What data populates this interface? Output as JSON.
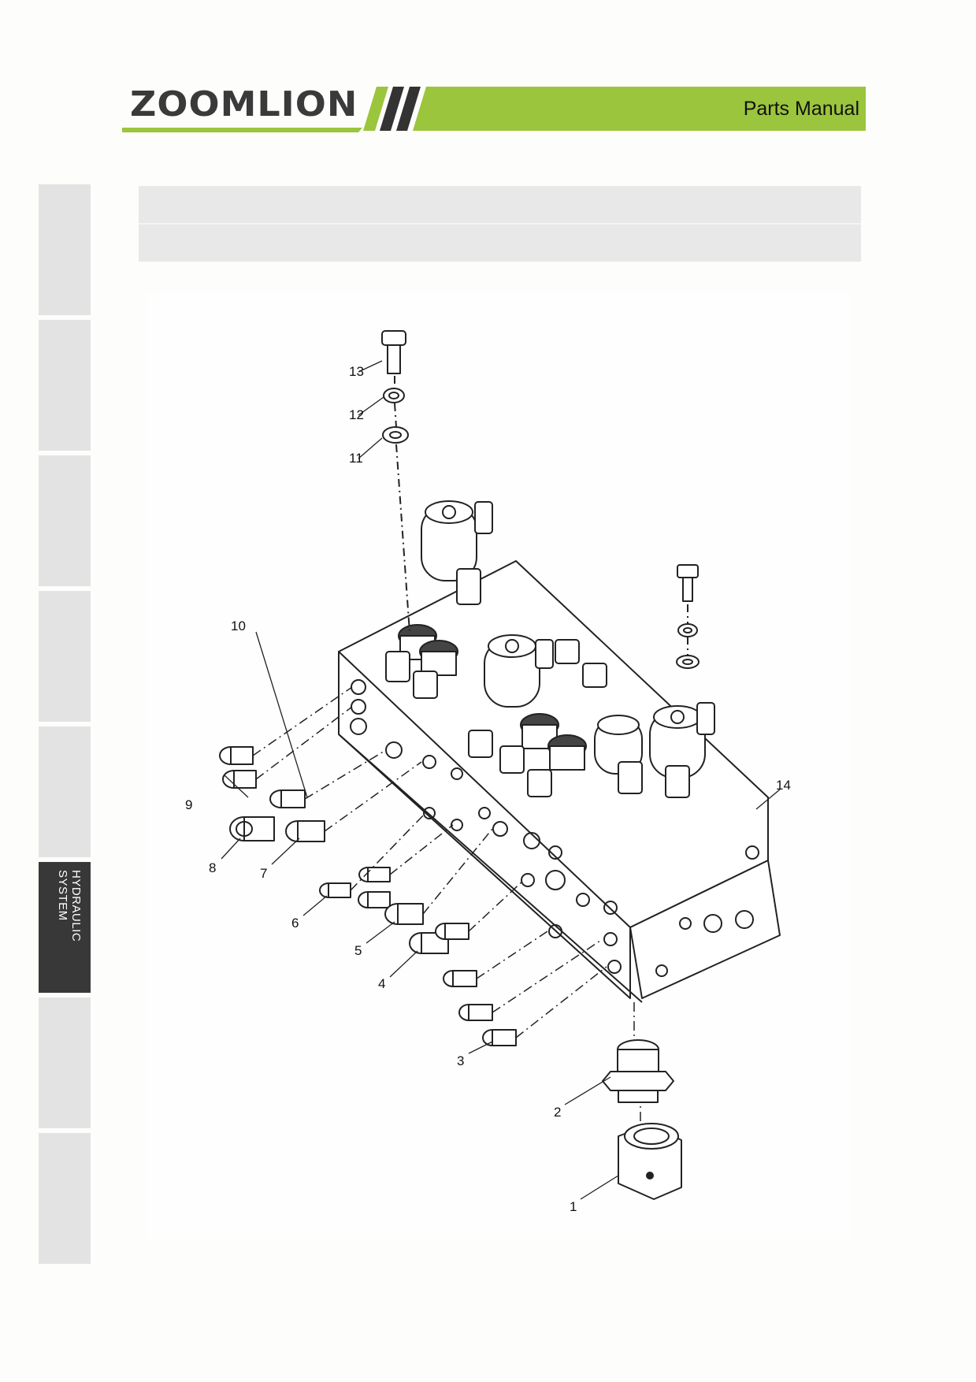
{
  "header": {
    "brand": "ZOOMLION",
    "manual_title": "Parts Manual",
    "colors": {
      "accent_green": "#9bc53d",
      "dark": "#333333"
    }
  },
  "sidebar": {
    "tabs": [
      {
        "label": ""
      },
      {
        "label": ""
      },
      {
        "label": ""
      },
      {
        "label": ""
      },
      {
        "label": ""
      },
      {
        "label": "HYDRAULIC SYSTEM",
        "active": true
      },
      {
        "label": ""
      },
      {
        "label": ""
      }
    ]
  },
  "title_box": {
    "line1": "",
    "line2": ""
  },
  "diagram": {
    "callouts": [
      "1",
      "2",
      "3",
      "4",
      "5",
      "6",
      "7",
      "8",
      "9",
      "10",
      "11",
      "12",
      "13",
      "14"
    ]
  }
}
